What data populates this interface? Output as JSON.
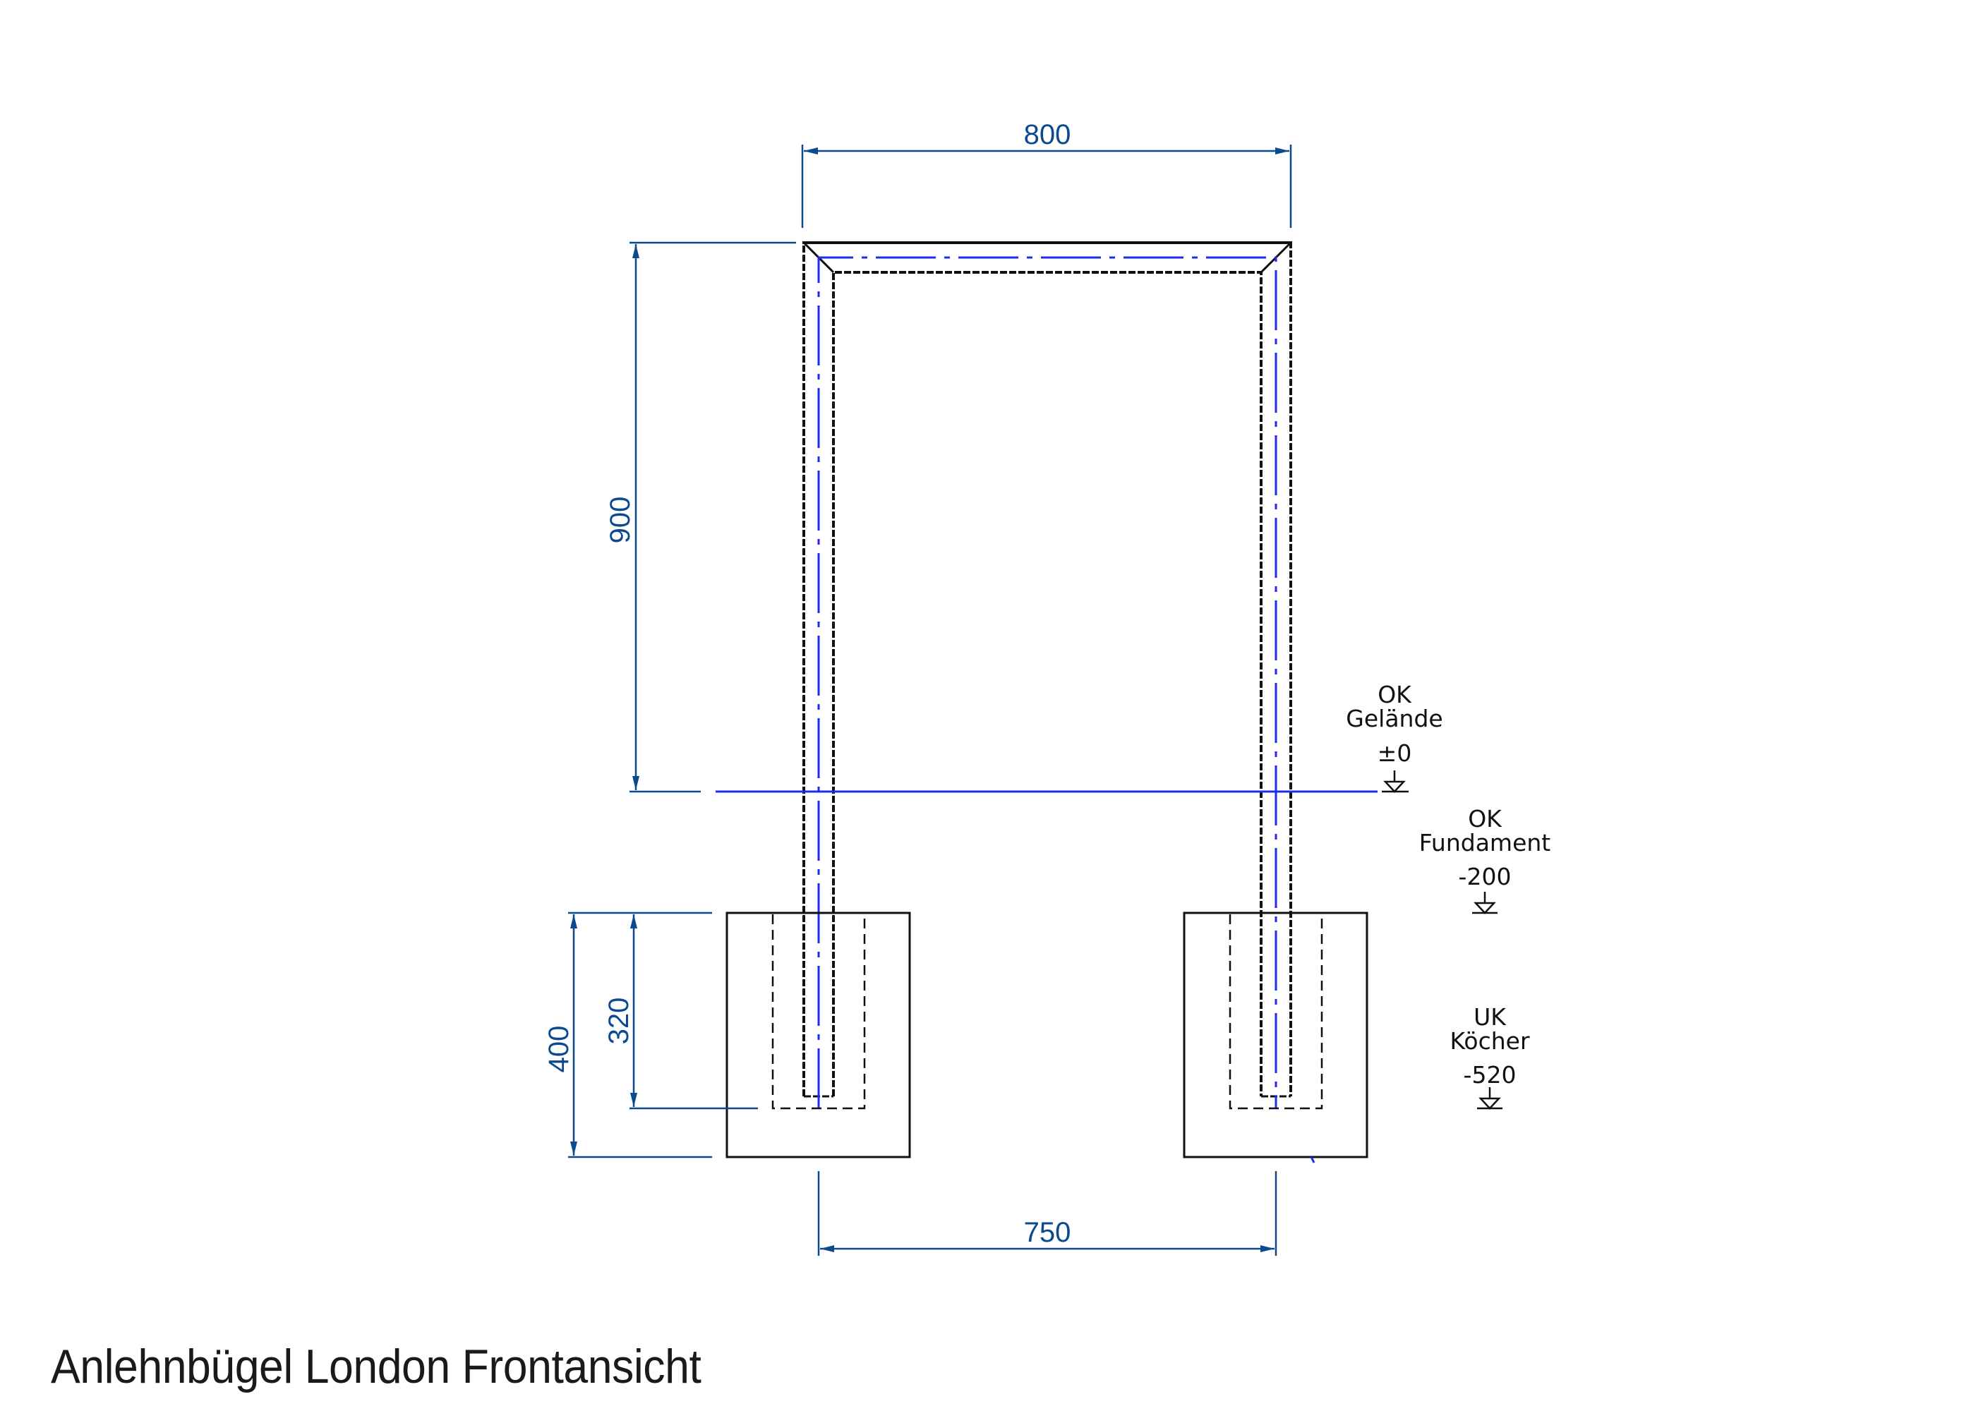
{
  "title": "Anlehnbügel London Frontansicht",
  "colors": {
    "dimension": "#0b4a8f",
    "centerline": "#1f2bf0",
    "outline": "#111111"
  },
  "dimensions": {
    "width_top": "800",
    "height_above_ground": "900",
    "foundation_height": "400",
    "sleeve_depth": "320",
    "post_spacing": "750"
  },
  "levels": [
    {
      "line1": "OK",
      "line2": "Gelände",
      "value": "±0"
    },
    {
      "line1": "OK",
      "line2": "Fundament",
      "value": "-200"
    },
    {
      "line1": "UK",
      "line2": "Köcher",
      "value": "-520"
    }
  ]
}
